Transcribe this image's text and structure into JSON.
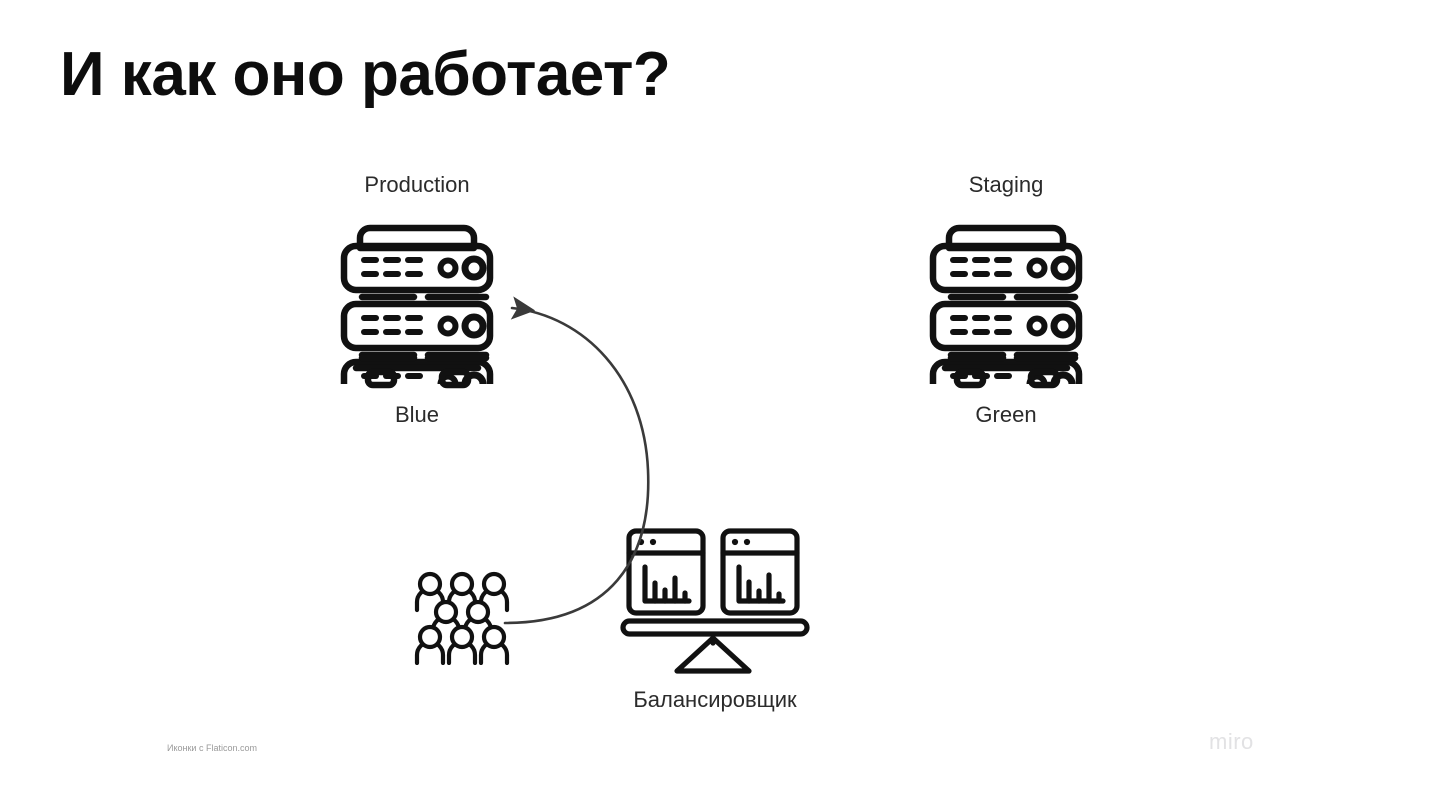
{
  "slide": {
    "title": "И как оно работает?",
    "background_color": "#ffffff",
    "ink_color": "#0d0d0d",
    "label_color": "#2b2b2b"
  },
  "nodes": {
    "production": {
      "label_above": "Production",
      "label_below": "Blue",
      "icon": "server-rack-icon"
    },
    "staging": {
      "label_above": "Staging",
      "label_below": "Green",
      "icon": "server-rack-icon"
    },
    "users": {
      "label": "",
      "icon": "users-crowd-icon"
    },
    "balancer": {
      "label_below": "Балансировщик",
      "icon": "load-balancer-scales-icon"
    }
  },
  "connections": [
    {
      "name": "users-to-production",
      "from": "users",
      "to": "production",
      "style": "curved-arrow",
      "color": "#3a3a3a"
    }
  ],
  "footer": {
    "attribution": "Иконки с Flaticon.com",
    "watermark": "miro",
    "watermark_color": "#e2e2e4"
  }
}
